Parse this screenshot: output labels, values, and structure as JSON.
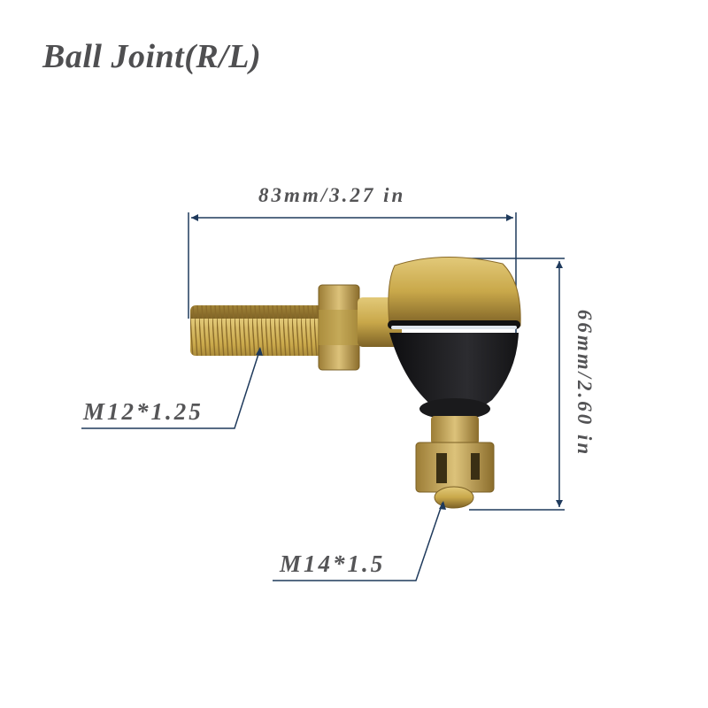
{
  "title": "Ball Joint(R/L)",
  "dimensions": {
    "width_label": "83mm/3.27 in",
    "height_label": "66mm/2.60 in"
  },
  "callouts": {
    "shank_thread": "M12*1.25",
    "stud_thread": "M14*1.5"
  },
  "colors": {
    "text": "#4f4f51",
    "dimension_line": "#1f3a5c",
    "zinc_gold": "#c9a84a",
    "boot_black": "#1b1b1d"
  }
}
